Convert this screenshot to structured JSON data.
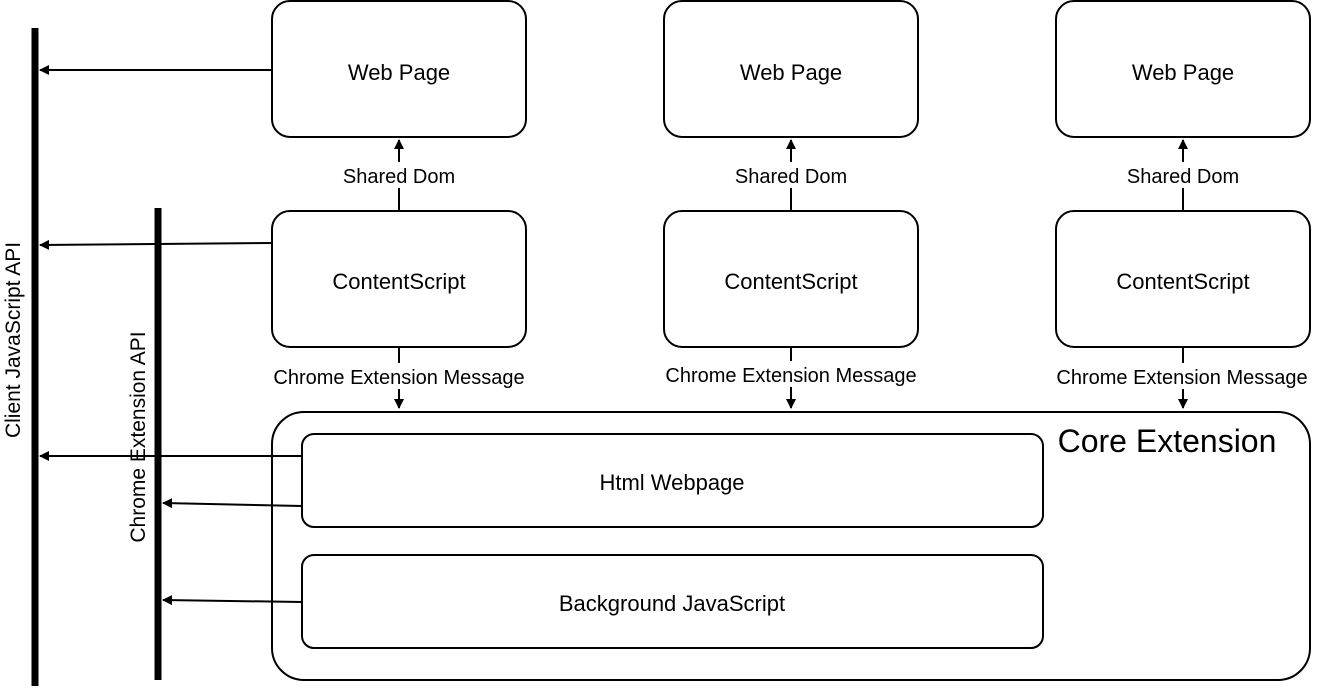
{
  "columns": [
    {
      "web_page": "Web Page",
      "shared_dom": "Shared Dom",
      "content_script": "ContentScript",
      "message": "Chrome Extension Message"
    },
    {
      "web_page": "Web Page",
      "shared_dom": "Shared Dom",
      "content_script": "ContentScript",
      "message": "Chrome Extension Message"
    },
    {
      "web_page": "Web Page",
      "shared_dom": "Shared Dom",
      "content_script": "ContentScript",
      "message": "Chrome Extension Message"
    }
  ],
  "core_extension": {
    "title": "Core Extension",
    "html_webpage": "Html Webpage",
    "background_js": "Background JavaScript"
  },
  "apis": {
    "client_js": "Client JavaScript API",
    "chrome_ext": "Chrome Extension API"
  },
  "colors": {
    "stroke": "#000000",
    "fill": "#ffffff"
  }
}
